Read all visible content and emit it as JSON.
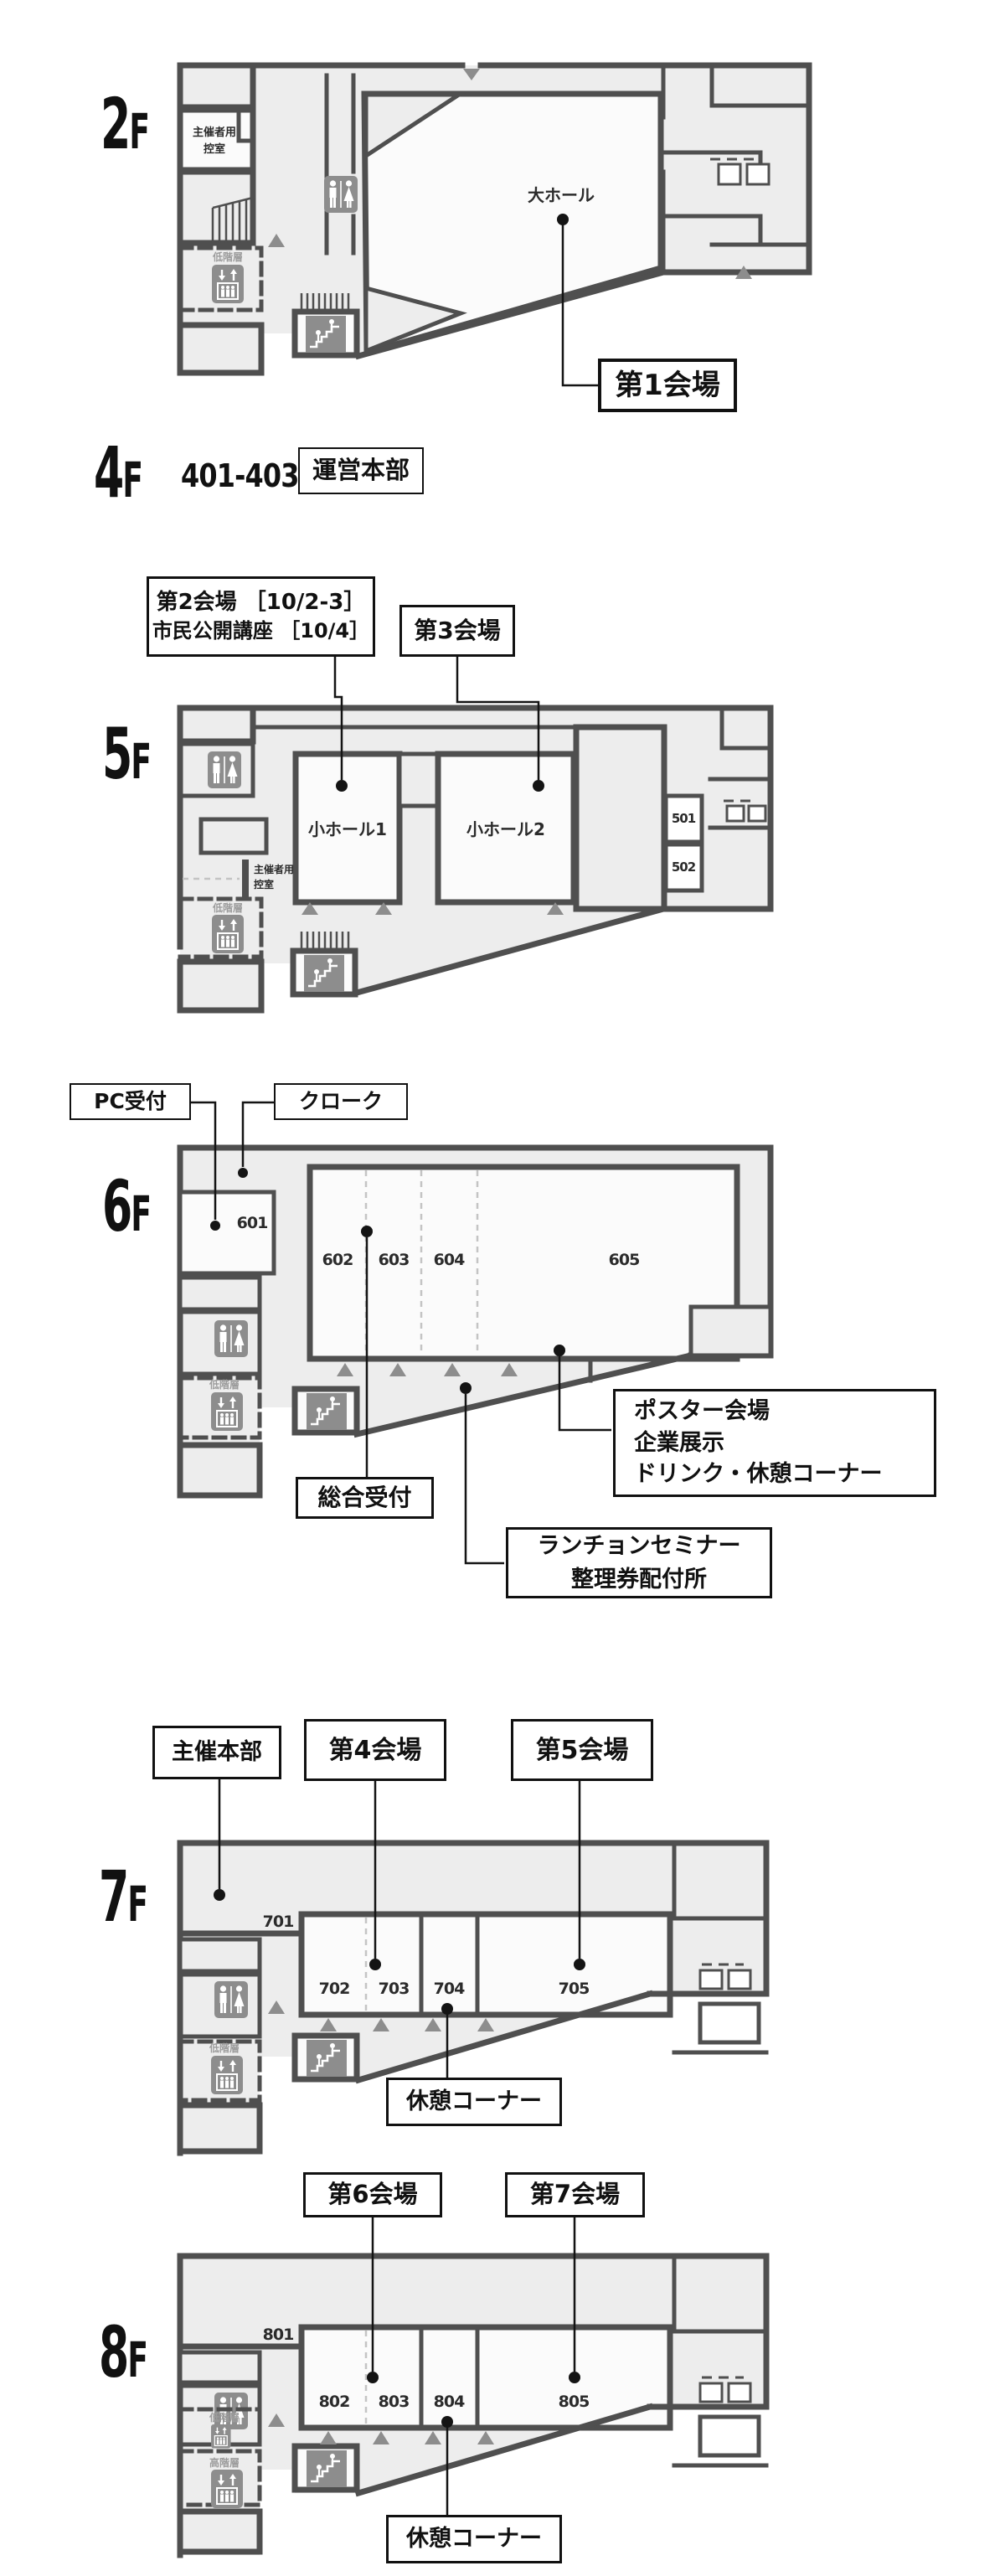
{
  "colors": {
    "wall": "#4f4f4f",
    "floor_fill": "#ededed",
    "room_fill": "#fbfbfb",
    "icon_bg": "#8d8d8d",
    "leader": "#141414"
  },
  "floors": {
    "f2": {
      "label": "2F",
      "hall": "大ホール",
      "organizer_line1": "主催者用",
      "organizer_line2": "控室",
      "elevator_low": "低階層",
      "venue1": "第1会場"
    },
    "f4": {
      "label": "4F",
      "rooms": "401-403",
      "hq": "運営本部"
    },
    "f5": {
      "label": "5F",
      "venue2_line1": "第2会場 ［10/2-3］",
      "venue2_line2": "市民公開講座 ［10/4］",
      "venue3": "第3会場",
      "hall1": "小ホール1",
      "hall2": "小ホール2",
      "r501": "501",
      "r502": "502",
      "organizer_line1": "主催者用",
      "organizer_line2": "控室",
      "elevator_low": "低階層"
    },
    "f6": {
      "label": "6F",
      "pc": "PC受付",
      "cloak": "クローク",
      "r601": "601",
      "r602": "602",
      "r603": "603",
      "r604": "604",
      "r605": "605",
      "reception": "総合受付",
      "poster_line1": "ポスター会場",
      "poster_line2": "企業展示",
      "poster_line3": "ドリンク・休憩コーナー",
      "luncheon_line1": "ランチョンセミナー",
      "luncheon_line2": "整理券配付所",
      "elevator_low": "低階層"
    },
    "f7": {
      "label": "7F",
      "hq": "主催本部",
      "venue4": "第4会場",
      "venue5": "第5会場",
      "r701": "701",
      "r702": "702",
      "r703": "703",
      "r704": "704",
      "r705": "705",
      "rest": "休憩コーナー",
      "elevator_low": "低階層"
    },
    "f8": {
      "label": "8F",
      "venue6": "第6会場",
      "venue7": "第7会場",
      "r801": "801",
      "r802": "802",
      "r803": "803",
      "r804": "804",
      "r805": "805",
      "rest": "休憩コーナー",
      "elevator_low": "低階層",
      "elevator_high": "高階層"
    }
  }
}
